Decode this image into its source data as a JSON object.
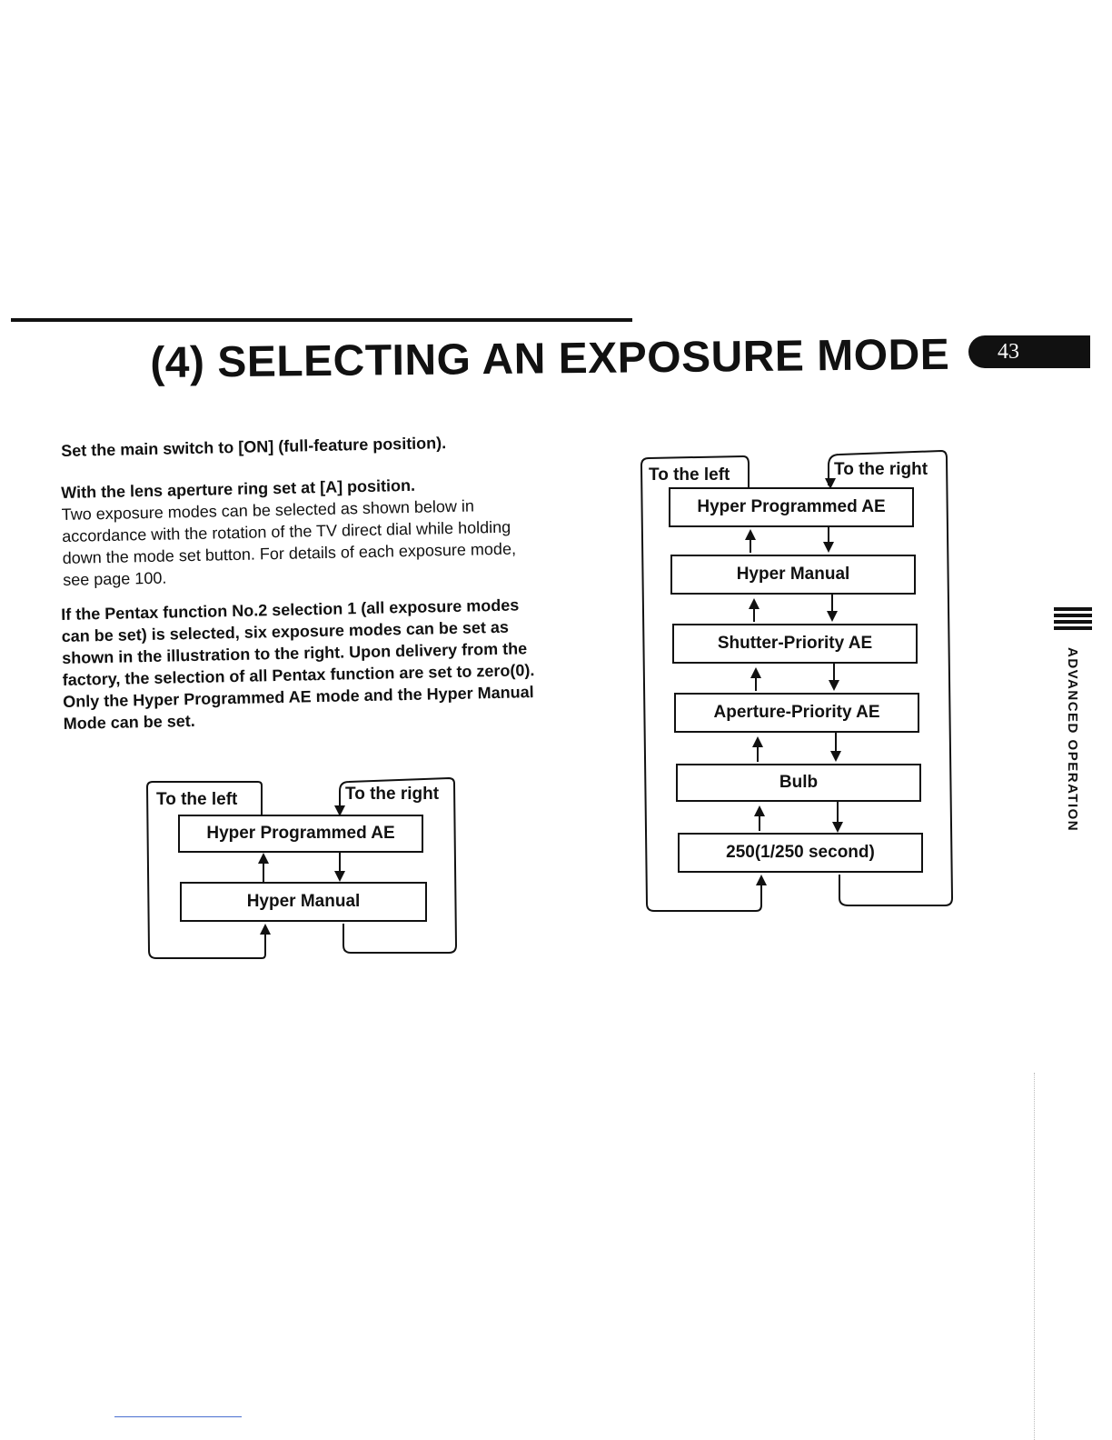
{
  "header": {
    "title": "(4) SELECTING AN EXPOSURE MODE",
    "page_number": "43"
  },
  "side_tab": {
    "label": "ADVANCED OPERATION"
  },
  "paragraphs": {
    "p1": "Set the main switch to [ON] (full-feature position).",
    "p2_bold": "With the lens aperture ring set at [A] position.",
    "p2_text": "Two exposure modes can be selected as shown below in accordance with the rotation of the TV direct dial while holding down the mode set button. For details of each exposure mode, see page 100.",
    "p3": "If the Pentax function No.2 selection 1 (all exposure modes can be set) is selected, six exposure modes can be set as shown in the illustration to the right. Upon delivery from the factory, the selection of all Pentax function are set to zero(0). Only the Hyper Programmed AE mode and the Hyper Manual Mode can be set."
  },
  "diagram_small": {
    "left_label": "To the left",
    "right_label": "To the right",
    "modes": [
      "Hyper Programmed AE",
      "Hyper Manual"
    ]
  },
  "diagram_large": {
    "left_label": "To the left",
    "right_label": "To the right",
    "modes": [
      "Hyper Programmed AE",
      "Hyper Manual",
      "Shutter-Priority AE",
      "Aperture-Priority AE",
      "Bulb",
      "250(1/250 second)"
    ]
  }
}
